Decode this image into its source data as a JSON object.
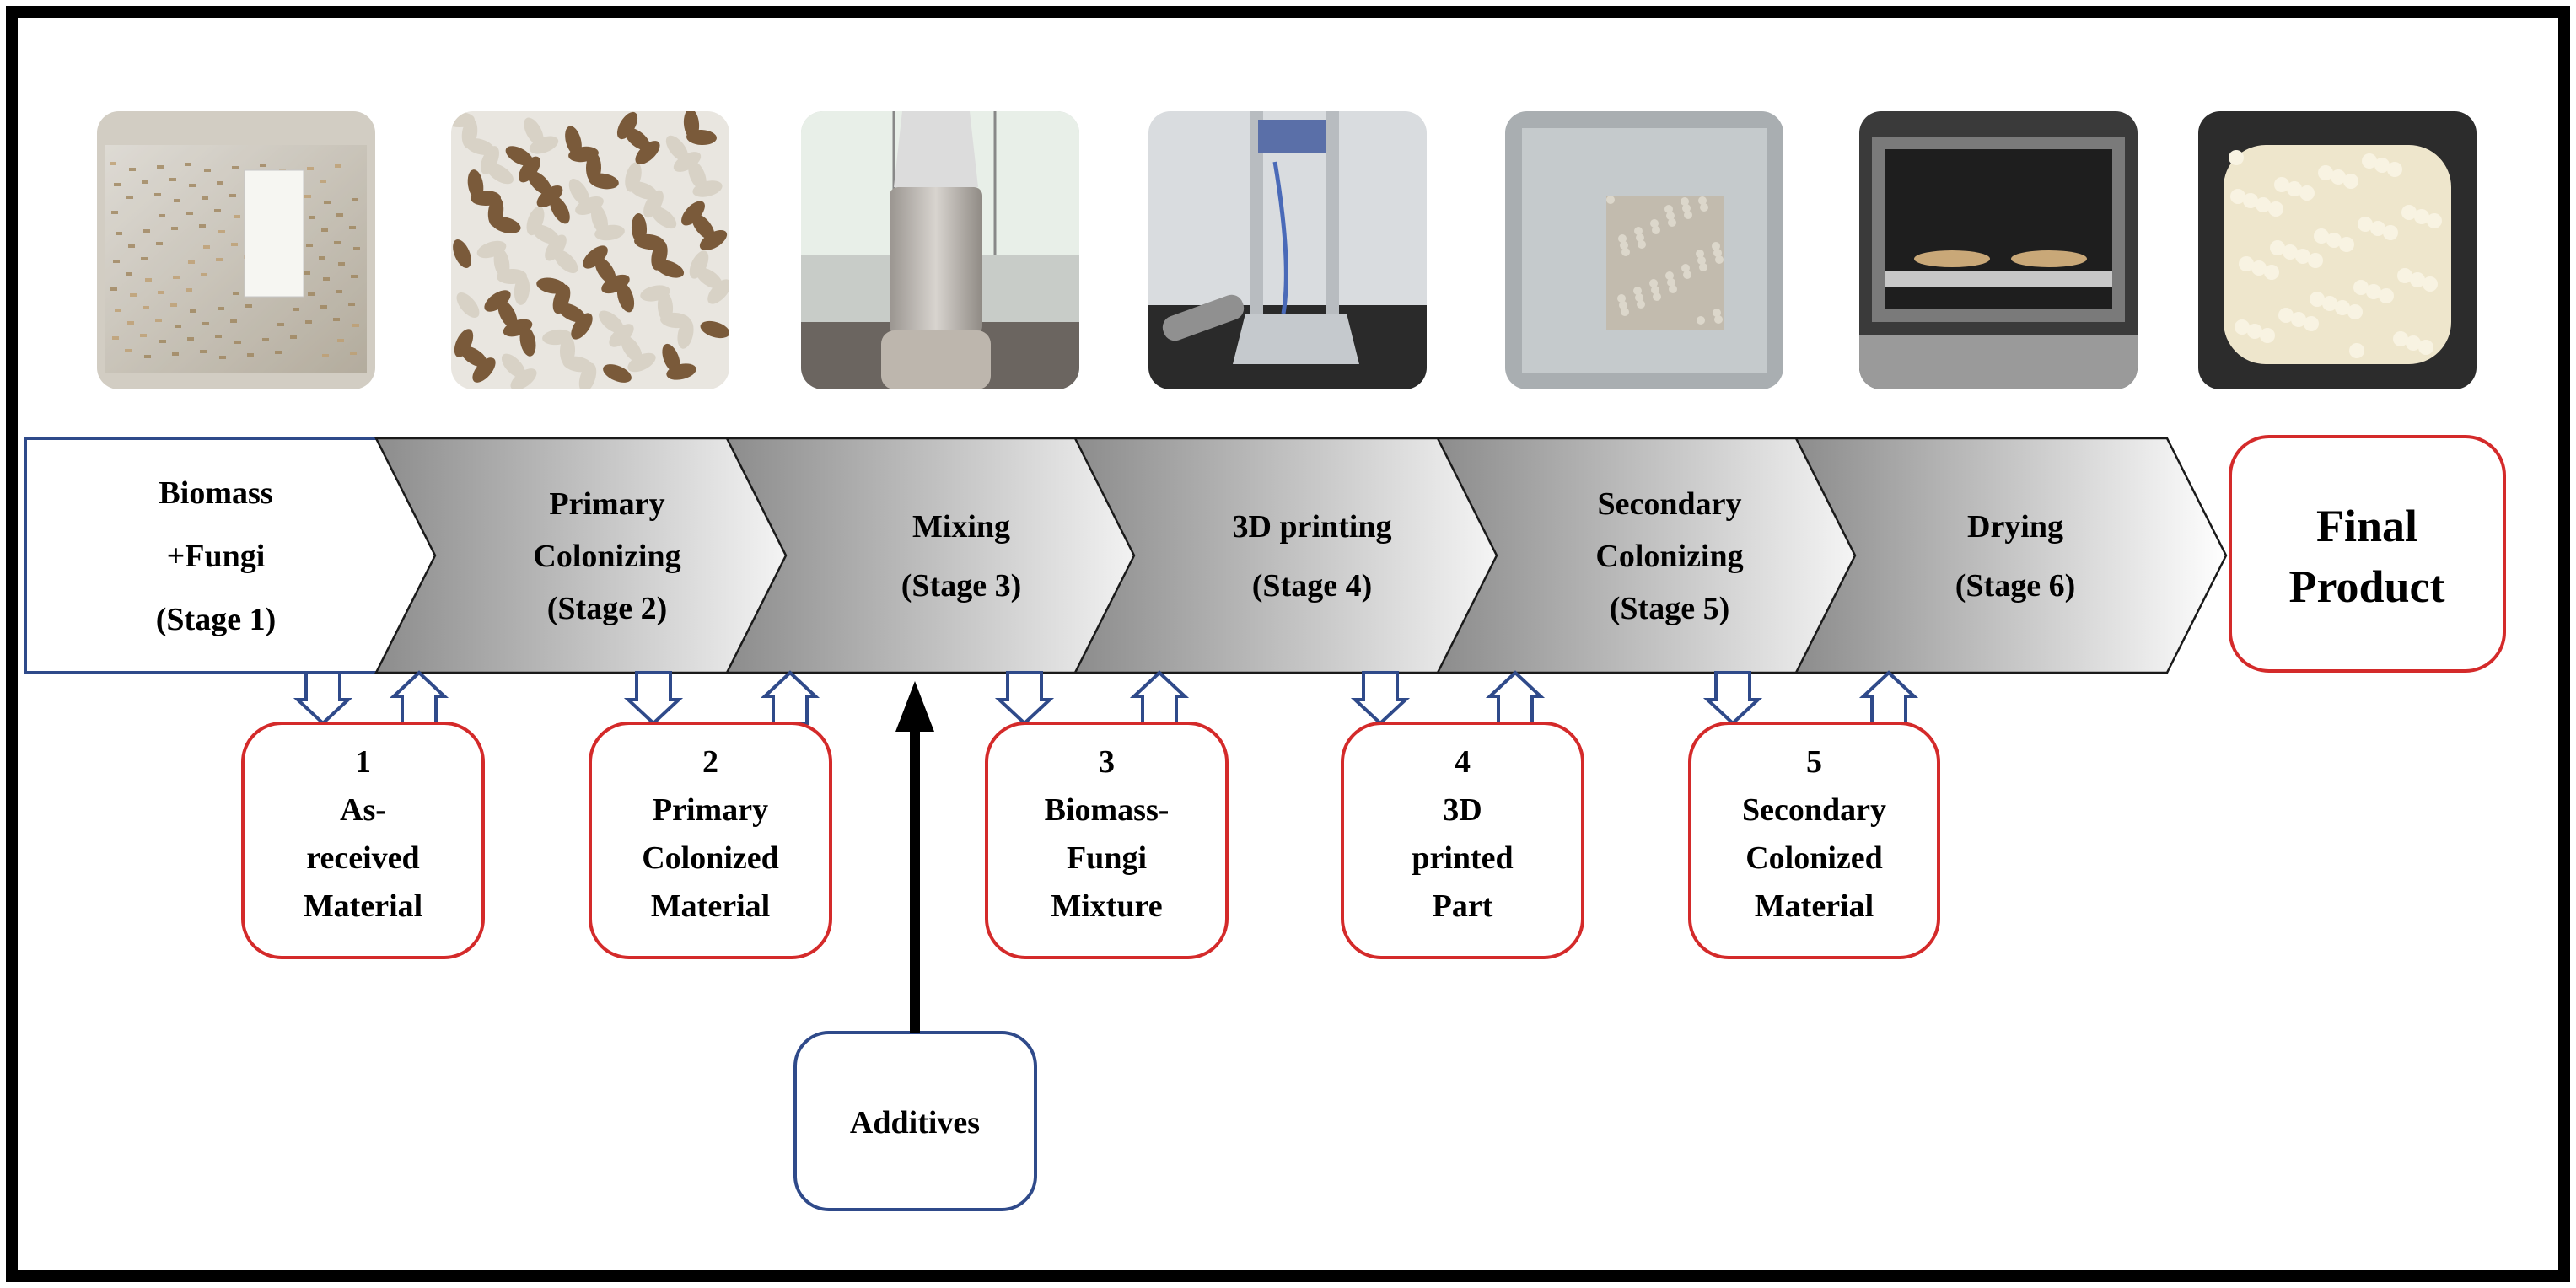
{
  "stages": [
    {
      "lines": [
        "Biomass",
        "+Fungi",
        "(Stage 1)"
      ],
      "photo": "biomass-bag-photo"
    },
    {
      "lines": [
        "Primary",
        "Colonizing",
        "(Stage 2)"
      ],
      "photo": "colonized-biomass-photo"
    },
    {
      "lines": [
        "Mixing",
        "(Stage 3)"
      ],
      "photo": "blender-photo"
    },
    {
      "lines": [
        "3D printing",
        "(Stage 4)"
      ],
      "photo": "3d-printer-photo"
    },
    {
      "lines": [
        "Secondary",
        "Colonizing",
        "(Stage 5)"
      ],
      "photo": "bagged-print-photo"
    },
    {
      "lines": [
        "Drying",
        "(Stage 6)"
      ],
      "photo": "oven-photo"
    }
  ],
  "final": {
    "lines": [
      "Final",
      "Product"
    ],
    "photo": "final-product-photo"
  },
  "samples": [
    {
      "lines": [
        "1",
        "As-",
        "received",
        "Material"
      ]
    },
    {
      "lines": [
        "2",
        "Primary",
        "Colonized",
        "Material"
      ]
    },
    {
      "lines": [
        "3",
        "Biomass-",
        "Fungi",
        "Mixture"
      ]
    },
    {
      "lines": [
        "4",
        "3D",
        "printed",
        "Part"
      ]
    },
    {
      "lines": [
        "5",
        "Secondary",
        "Colonized",
        "Material"
      ]
    }
  ],
  "additives": {
    "label": "Additives"
  },
  "colors": {
    "frame": "#000000",
    "stage1_border": "#2f4a8a",
    "chevron_dark": "#8c8c8c",
    "chevron_light": "#ffffff",
    "sample_border": "#d42a2a",
    "connector_arrow": "#2f4a8a",
    "additives_border": "#2f4a8a"
  }
}
